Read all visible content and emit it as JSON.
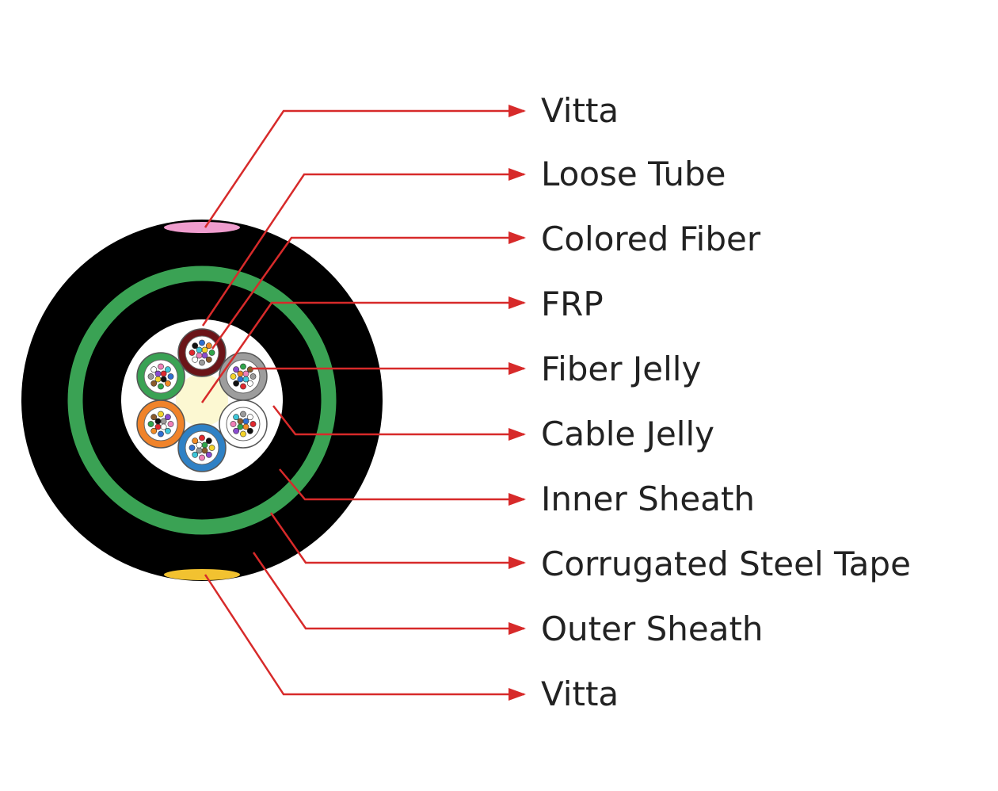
{
  "colors": {
    "leader_line": "#d72a2a",
    "outer_sheath": "#000000",
    "steel_tape": "#3aa254",
    "core_fill": "#ffffff",
    "frp": "#fcf8d2",
    "vitta_top": "#ef9dce",
    "vitta_bottom": "#f2c230",
    "tube_colors": [
      "#6b1418",
      "#9d9d9d",
      "#ffffff",
      "#2f81c5",
      "#f0832a",
      "#3aa254"
    ],
    "fiber_colors": [
      "#2f6fd0",
      "#f08a24",
      "#2fa54b",
      "#8a5a2b",
      "#9a9a9a",
      "#ffffff",
      "#e0282e",
      "#111111",
      "#f3d32a",
      "#8a4bd0",
      "#ef7fb8",
      "#3ec6d8"
    ]
  },
  "labels": [
    {
      "id": "vitta-top",
      "text": "Vitta"
    },
    {
      "id": "loose-tube",
      "text": "Loose Tube"
    },
    {
      "id": "colored-fiber",
      "text": "Colored Fiber"
    },
    {
      "id": "frp",
      "text": "FRP"
    },
    {
      "id": "fiber-jelly",
      "text": "Fiber Jelly"
    },
    {
      "id": "cable-jelly",
      "text": "Cable Jelly"
    },
    {
      "id": "inner-sheath",
      "text": "Inner Sheath"
    },
    {
      "id": "corrugated-steel-tape",
      "text": "Corrugated Steel Tape"
    },
    {
      "id": "outer-sheath",
      "text": "Outer Sheath"
    },
    {
      "id": "vitta-bottom",
      "text": "Vitta"
    }
  ]
}
